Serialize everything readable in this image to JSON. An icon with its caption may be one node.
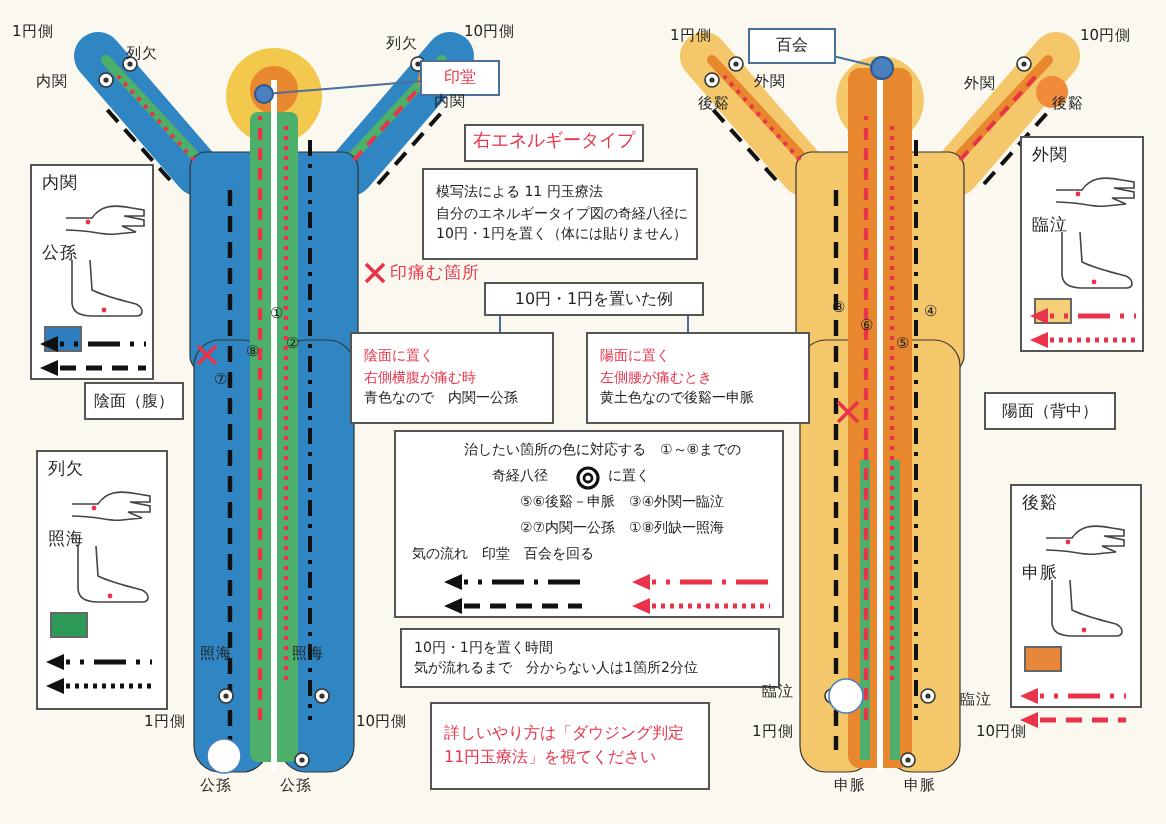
{
  "diagram": {
    "nodes": [
      {
        "text": [
          "印堂"
        ]
      },
      {
        "text": [],
        "shape": "circle"
      },
      {
        "text": [
          "百会"
        ]
      },
      {
        "text": [],
        "shape": "circle"
      },
      {
        "text": [
          "右エネルギータイプ"
        ]
      },
      {
        "text": [
          "模写法による 11 円玉療法",
          "自分のエネルギータイプ図の奇経八径に",
          "10円・1円を置く（体には貼りません）"
        ]
      },
      {
        "text": [
          "10円・1円を置いた例"
        ]
      },
      {
        "text": [
          "陰面に置く",
          "右側横腹が痛む時",
          "青色なので　内関一公孫"
        ]
      },
      {
        "text": [
          "陽面に置く",
          "左側腰が痛むとき",
          "黄土色なので後谿一申脈"
        ]
      },
      {
        "text": [
          "陰面（腹）"
        ]
      },
      {
        "text": [
          "陽面（背中）"
        ]
      },
      {
        "text": [
          "治したい箇所の色に対応する　①～⑧までの",
          "奇経八径",
          "に置く",
          "⑤⑥後谿－申脈　③④外関一臨泣",
          "②⑦内関一公孫　①⑧列缺一照海",
          "気の流れ　印堂　百会を回る"
        ]
      },
      {
        "text": [
          "10円・1円を置く時間",
          "気が流れるまで　分からない人は1箇所2分位"
        ]
      },
      {
        "text": [
          "詳しいやり方は「ダウジング判定　11円玉療法」を視てください"
        ]
      },
      {
        "text": [
          "内関",
          "公孫"
        ]
      },
      {
        "text": [
          "外関",
          "臨泣"
        ]
      },
      {
        "text": [
          "列欠",
          "照海"
        ]
      },
      {
        "text": [
          "後谿",
          "申脈"
        ]
      }
    ],
    "edges": [
      {
        "from": 0,
        "to": 1,
        "arrow": "none"
      },
      {
        "from": 2,
        "to": 3,
        "arrow": "none"
      },
      {
        "from": 6,
        "to": 7,
        "arrow": "none"
      },
      {
        "from": 6,
        "to": 8,
        "arrow": "none"
      }
    ],
    "labels": [
      "1円側",
      "列欠",
      "内関",
      "列欠",
      "10円側",
      "内関",
      "1円側",
      "外関",
      "後谿",
      "外関",
      "後谿",
      "10円側",
      "印痛む箇所",
      "⑦",
      "⑧",
      "②",
      "①",
      "③",
      "⑥",
      "⑤",
      "④",
      "照海",
      "照海",
      "1円側",
      "公孫",
      "公孫",
      "10円側",
      "臨泣",
      "1円側",
      "申脈",
      "申脈",
      "臨泣",
      "10円側"
    ]
  }
}
